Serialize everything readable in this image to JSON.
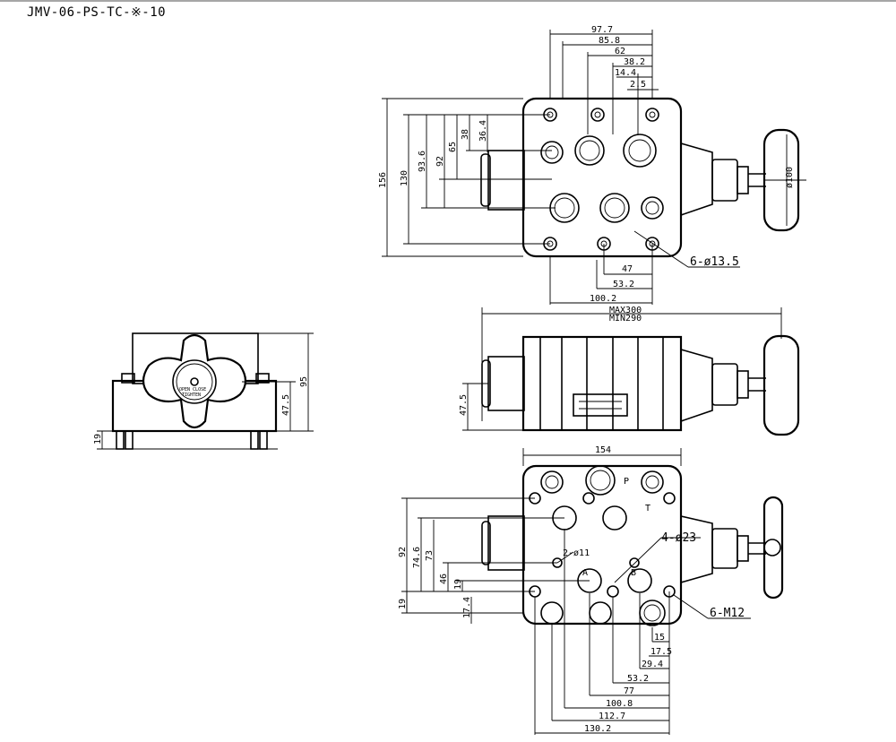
{
  "title": "JMV-06-PS-TC-※-10",
  "colors": {
    "line": "#000000",
    "background": "#ffffff",
    "border": "#888888"
  },
  "top_view": {
    "dims_top": [
      "97.7",
      "85.8",
      "62",
      "38.2",
      "14.4",
      "2.5"
    ],
    "dims_left": [
      "156",
      "130",
      "93.6",
      "92",
      "65",
      "38",
      "36.4"
    ],
    "dims_bottom": [
      "47",
      "53.2",
      "100.2"
    ],
    "hole_label": "6-ø13.5",
    "handle_dia": "ø100"
  },
  "front_view": {
    "max": "MAX300",
    "min": "MIN290",
    "height": "47.5"
  },
  "side_view": {
    "total": "95",
    "center": "47.5",
    "base": "19",
    "knob_text_1": "OPEN CLOSE",
    "knob_text_2": "TIGHTEN"
  },
  "bottom_view": {
    "width": "154",
    "dims_left": [
      "92",
      "74.6",
      "73",
      "46",
      "19",
      "19",
      "17.4"
    ],
    "dims_bottom": [
      "15",
      "17.5",
      "29.4",
      "53.2",
      "77",
      "100.8",
      "112.7",
      "130.2"
    ],
    "label_23": "4-ø23",
    "label_11": "2-ø11",
    "label_m12": "6-M12",
    "port_labels": [
      "P",
      "T",
      "A",
      "B"
    ]
  }
}
